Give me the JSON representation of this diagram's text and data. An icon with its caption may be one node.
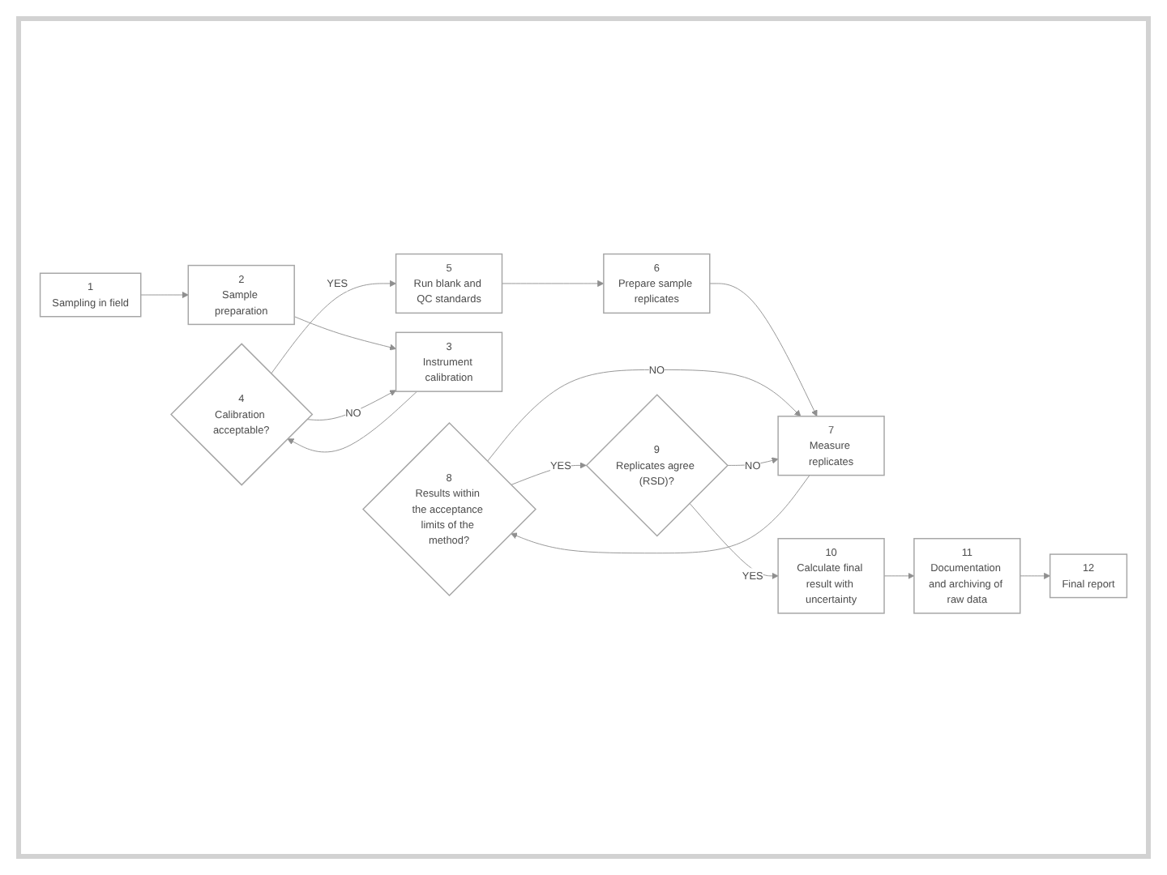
{
  "diagram": {
    "nodes": [
      {
        "text": [
          "1",
          "Sampling in field"
        ]
      },
      {
        "text": [
          "2",
          "Sample preparation"
        ]
      },
      {
        "text": [
          "3",
          "Instrument calibration"
        ]
      },
      {
        "text": [
          "4",
          "Calibration acceptable?"
        ]
      },
      {
        "text": [
          "5",
          "Run blank and QC standards"
        ]
      },
      {
        "text": [
          "6",
          "Prepare sample replicates"
        ]
      },
      {
        "text": [
          "7",
          "Measure replicates"
        ]
      },
      {
        "text": [
          "8",
          "Results within the acceptance limits of the method?"
        ]
      },
      {
        "text": [
          "9",
          "Replicates agree (RSD)?"
        ]
      },
      {
        "text": [
          "10",
          "Calculate final result with uncertainty"
        ]
      },
      {
        "text": [
          "11",
          "Documentation and archiving of raw data"
        ]
      },
      {
        "text": [
          "12",
          "Final report"
        ]
      }
    ],
    "edges": [
      {
        "from": 0,
        "to": 1,
        "arrow": "to"
      },
      {
        "from": 1,
        "to": 2,
        "arrow": "to"
      },
      {
        "from": 2,
        "to": 3,
        "arrow": "to"
      },
      {
        "from": 3,
        "to": 2,
        "arrow": "to",
        "label": "NO"
      },
      {
        "from": 3,
        "to": 4,
        "arrow": "to",
        "label": "YES"
      },
      {
        "from": 4,
        "to": 5,
        "arrow": "to"
      },
      {
        "from": 5,
        "to": 6,
        "arrow": "to"
      },
      {
        "from": 6,
        "to": 7,
        "arrow": "to"
      },
      {
        "from": 7,
        "to": 6,
        "arrow": "to",
        "label": "NO"
      },
      {
        "from": 7,
        "to": 8,
        "arrow": "to",
        "label": "YES"
      },
      {
        "from": 8,
        "to": 6,
        "arrow": "to",
        "label": "NO"
      },
      {
        "from": 8,
        "to": 9,
        "arrow": "to",
        "label": "YES"
      },
      {
        "from": 9,
        "to": 10,
        "arrow": "to"
      },
      {
        "from": 10,
        "to": 11,
        "arrow": "to"
      }
    ]
  }
}
